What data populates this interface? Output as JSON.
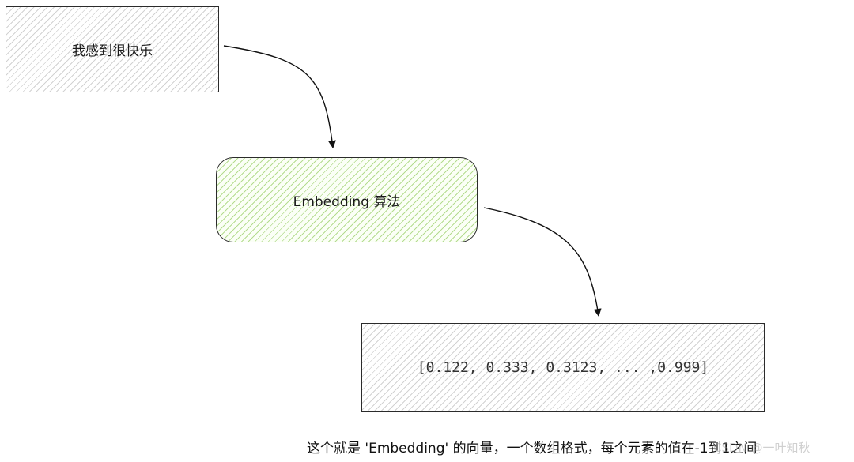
{
  "diagram": {
    "input_box": {
      "label": "我感到很快乐"
    },
    "algorithm_box": {
      "label": "Embedding 算法"
    },
    "output_box": {
      "label": "[0.122, 0.333, 0.3123, ... ,0.999]"
    },
    "caption": "这个就是 'Embedding' 的向量，一个数组格式，每个元素的值在-1到1之间",
    "watermark": "CSDN @一叶知秋"
  },
  "colors": {
    "algorithm_fill": "#b4dc8f",
    "hatch_gray": "#d2d2d2",
    "stroke": "#2b2b2b"
  }
}
